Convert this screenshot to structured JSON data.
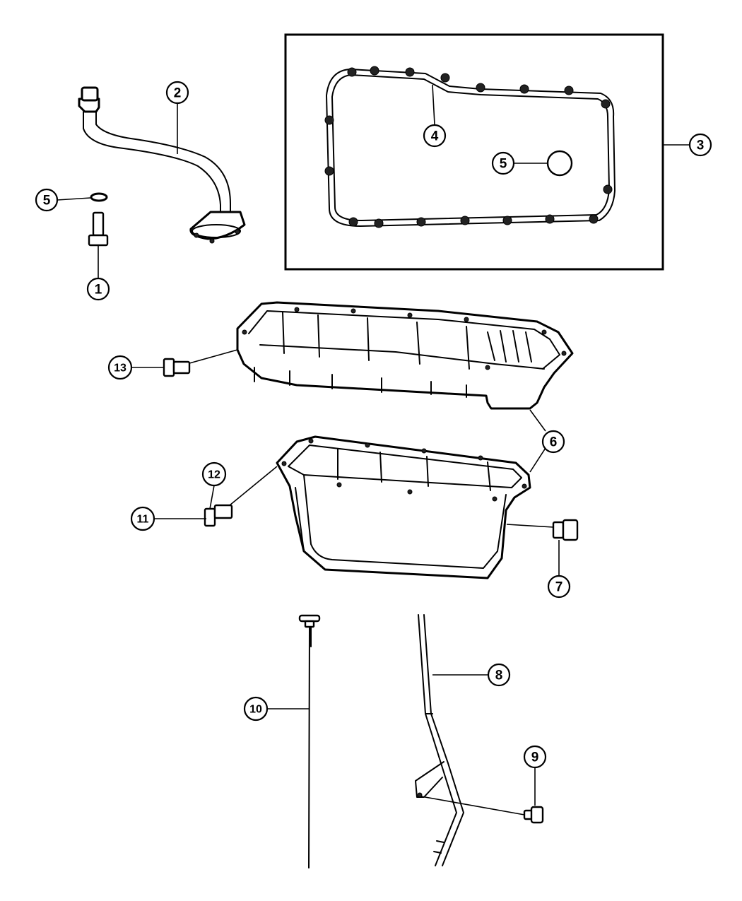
{
  "diagram": {
    "colors": {
      "line": "#000000",
      "background": "#ffffff"
    },
    "callouts": {
      "c1": "1",
      "c2": "2",
      "c3": "3",
      "c4": "4",
      "c5a": "5",
      "c5b": "5",
      "c6": "6",
      "c7": "7",
      "c8": "8",
      "c9": "9",
      "c10": "10",
      "c11": "11",
      "c12": "12",
      "c13": "13"
    }
  }
}
